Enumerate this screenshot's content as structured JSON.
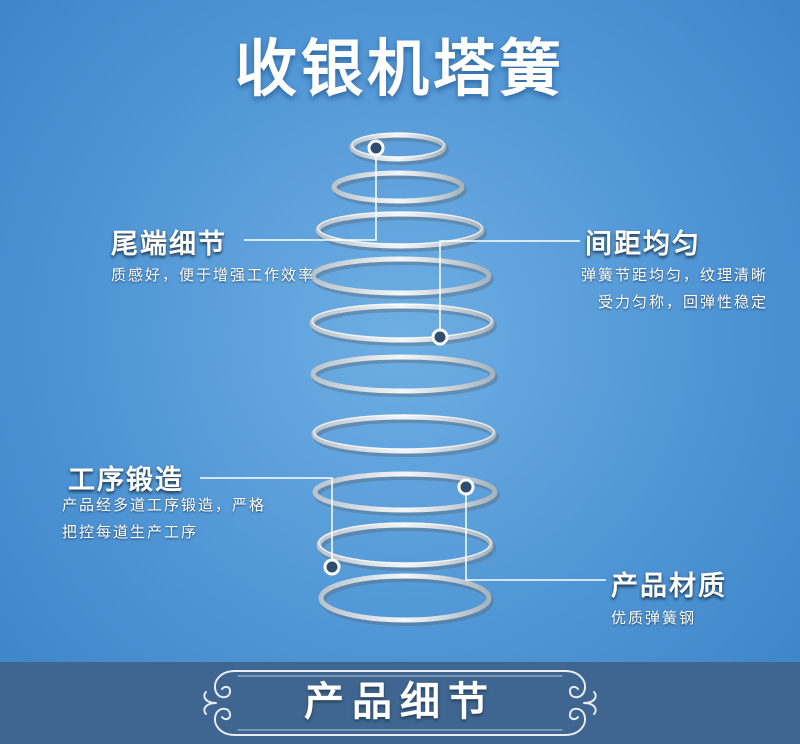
{
  "title": "收银机塔簧",
  "callouts": {
    "tail": {
      "label": "尾端细节",
      "lines": [
        "质感好，便于增强工作效率"
      ]
    },
    "spacing": {
      "label": "间距均匀",
      "lines": [
        "弹簧节距均匀，纹理清晰",
        "受力匀称，回弹性稳定"
      ]
    },
    "forging": {
      "label": "工序锻造",
      "lines": [
        "产品经多道工序锻造，严格",
        "把控每道生产工序"
      ]
    },
    "material": {
      "label": "产品材质",
      "lines": [
        "优质弹簧钢"
      ]
    }
  },
  "footer": {
    "title": "产品细节"
  },
  "colors": {
    "background": "#4f95d5",
    "footer": "#3f6690",
    "text": "#ffffff"
  }
}
